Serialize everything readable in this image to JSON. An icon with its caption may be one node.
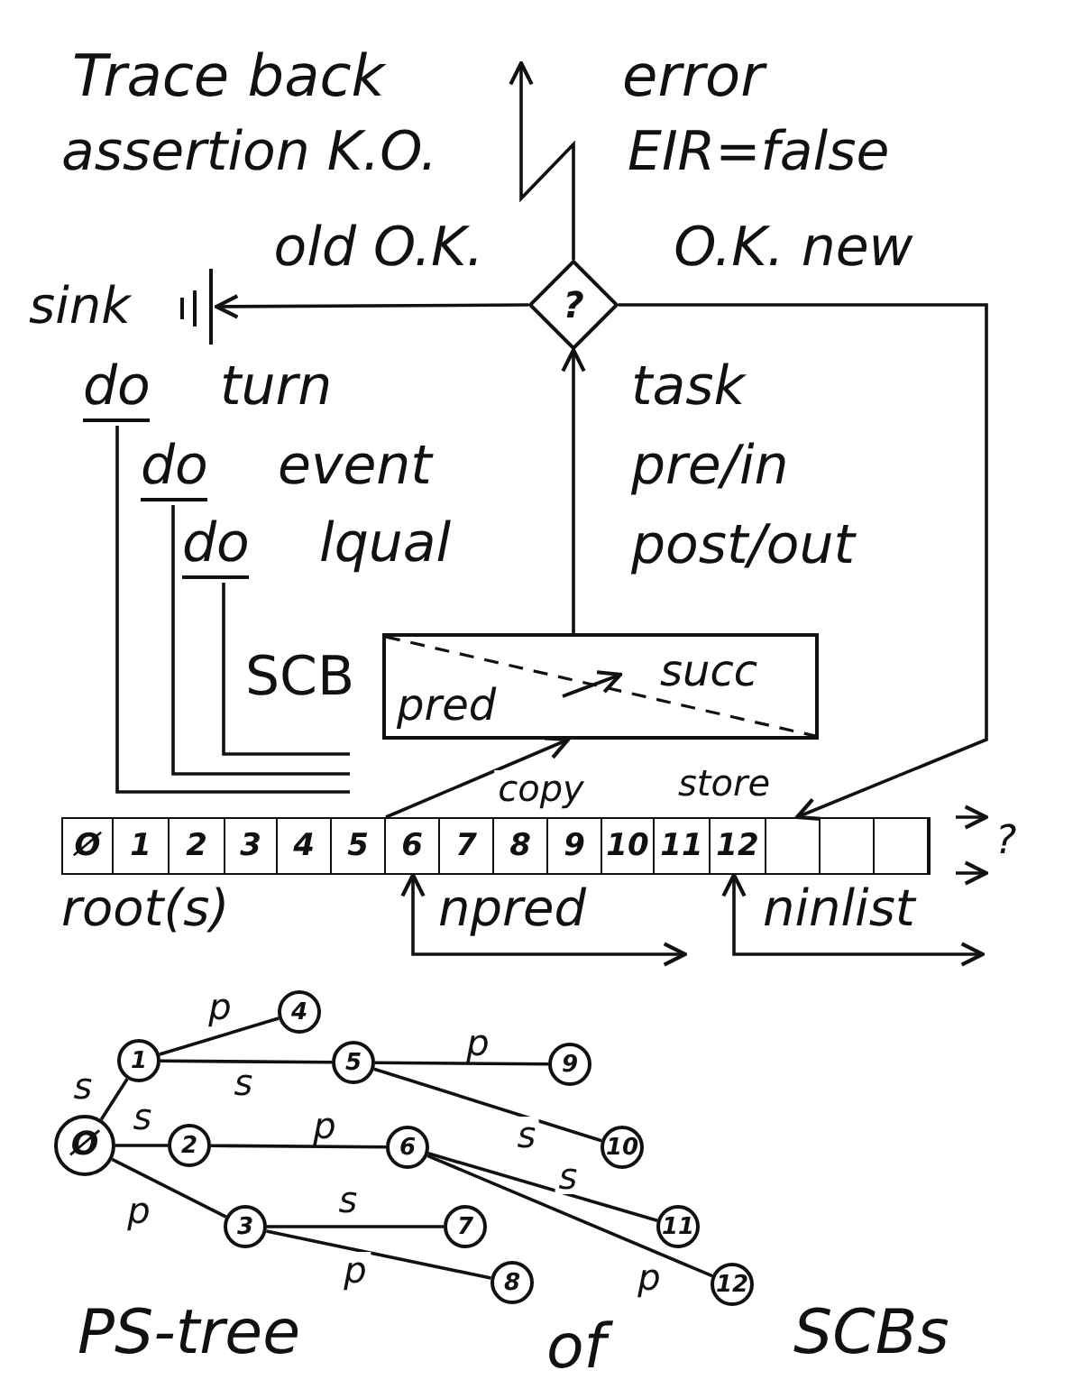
{
  "diagram": {
    "nodes": [
      {
        "text": [
          "?"
        ]
      },
      {
        "text": [
          "sink"
        ]
      },
      {
        "text": [
          "do",
          "turn"
        ]
      },
      {
        "text": [
          "do",
          "event"
        ]
      },
      {
        "text": [
          "do",
          "lqual"
        ]
      },
      {
        "text": [
          "SCB",
          "pred",
          "succ"
        ]
      },
      {
        "text": [
          "Ø"
        ]
      },
      {
        "text": [
          "1"
        ]
      },
      {
        "text": [
          "2"
        ]
      },
      {
        "text": [
          "3"
        ]
      },
      {
        "text": [
          "4"
        ]
      },
      {
        "text": [
          "5"
        ]
      },
      {
        "text": [
          "6"
        ]
      },
      {
        "text": [
          "7"
        ]
      },
      {
        "text": [
          "8"
        ]
      },
      {
        "text": [
          "9"
        ]
      },
      {
        "text": [
          "10"
        ]
      },
      {
        "text": [
          "11"
        ]
      },
      {
        "text": [
          "12"
        ]
      },
      {
        "text": [],
        "shape": "box"
      },
      {
        "text": [],
        "shape": "box"
      },
      {
        "text": [],
        "shape": "box"
      },
      {
        "text": [],
        "shape": "box"
      },
      {
        "text": [
          "Ø"
        ]
      },
      {
        "text": [
          "1"
        ]
      },
      {
        "text": [
          "4"
        ]
      },
      {
        "text": [
          "5"
        ]
      },
      {
        "text": [
          "9"
        ]
      },
      {
        "text": [
          "2"
        ]
      },
      {
        "text": [
          "6"
        ]
      },
      {
        "text": [
          "10"
        ]
      },
      {
        "text": [
          "3"
        ]
      },
      {
        "text": [
          "7"
        ]
      },
      {
        "text": [
          "11"
        ]
      },
      {
        "text": [
          "8"
        ]
      },
      {
        "text": [
          "12"
        ]
      }
    ],
    "edges": [
      {
        "from": 0,
        "to": 1,
        "arrow": "to",
        "label": "old O.K."
      },
      {
        "from": 0,
        "to": null,
        "arrow": "to"
      },
      {
        "from": 0,
        "to": 19,
        "arrow": "to",
        "label": "O.K. new"
      },
      {
        "from": 5,
        "to": 0,
        "arrow": "to"
      },
      {
        "from": 2,
        "to": null,
        "arrow": "none"
      },
      {
        "from": 3,
        "to": null,
        "arrow": "none"
      },
      {
        "from": 4,
        "to": null,
        "arrow": "none"
      },
      {
        "from": 12,
        "to": 5,
        "arrow": "to",
        "label": "copy"
      },
      {
        "from": null,
        "to": 12,
        "arrow": "both"
      },
      {
        "from": null,
        "to": 18,
        "arrow": "both"
      },
      {
        "from": 23,
        "to": 24,
        "arrow": "none",
        "label": "s"
      },
      {
        "from": 24,
        "to": 25,
        "arrow": "none",
        "label": "p"
      },
      {
        "from": 24,
        "to": 26,
        "arrow": "none",
        "label": "s"
      },
      {
        "from": 26,
        "to": 27,
        "arrow": "none",
        "label": "p"
      },
      {
        "from": 26,
        "to": 30,
        "arrow": "none",
        "label": "s"
      },
      {
        "from": 23,
        "to": 28,
        "arrow": "none",
        "label": "s"
      },
      {
        "from": 28,
        "to": 29,
        "arrow": "none",
        "label": "p"
      },
      {
        "from": 29,
        "to": 33,
        "arrow": "none",
        "label": "s"
      },
      {
        "from": 29,
        "to": 35,
        "arrow": "none",
        "label": "p"
      },
      {
        "from": 23,
        "to": 31,
        "arrow": "none",
        "label": "p"
      },
      {
        "from": 31,
        "to": 32,
        "arrow": "none",
        "label": "s"
      },
      {
        "from": 31,
        "to": 34,
        "arrow": "none",
        "label": "p"
      }
    ],
    "labels": [
      "Trace back",
      "error",
      "assertion K.O.",
      "EIR=false",
      "task",
      "pre/in",
      "post/out",
      "store",
      "?",
      "root(s)",
      "npred",
      "ninlist",
      "PS-tree",
      "of",
      "SCBs"
    ]
  }
}
